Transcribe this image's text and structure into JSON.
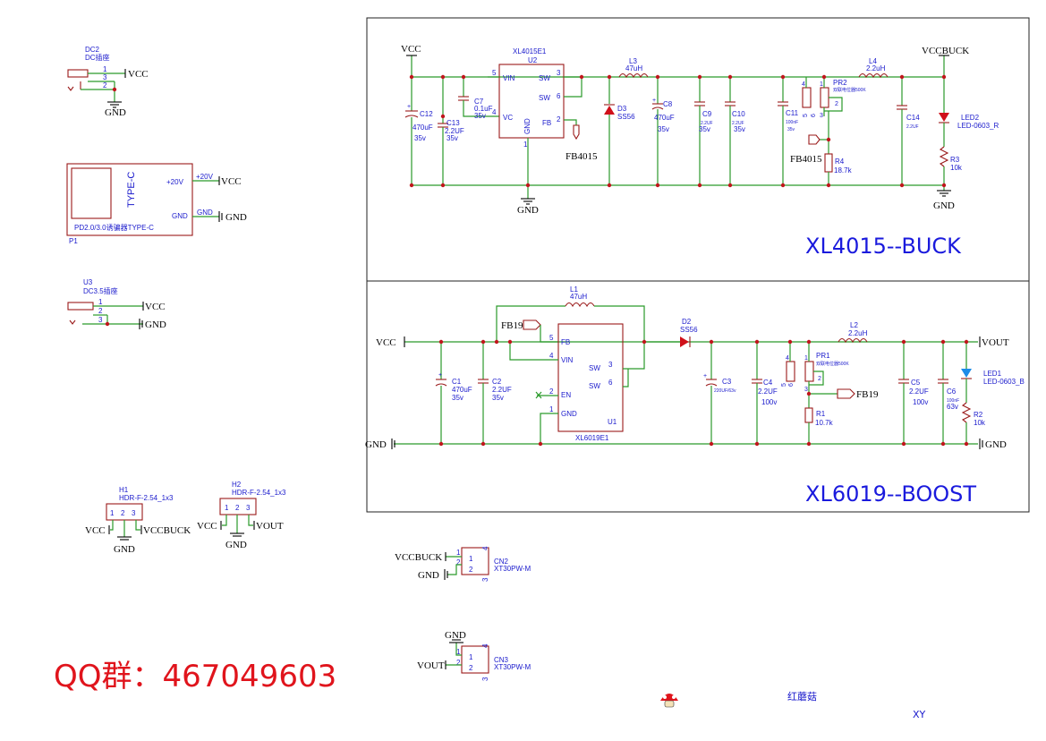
{
  "sections": {
    "buck_title": "XL4015--BUCK",
    "boost_title": "XL6019--BOOST"
  },
  "nets": {
    "vcc": "VCC",
    "gnd": "GND",
    "vccbuck": "VCCBUCK",
    "vout": "VOUT",
    "fb4015": "FB4015",
    "fb19": "FB19",
    "plus20v": "+20V"
  },
  "dc2": {
    "ref": "DC2",
    "name": "DC插座",
    "pins": [
      "1",
      "3",
      "2"
    ]
  },
  "p1": {
    "ref": "P1",
    "type": "TYPE-C",
    "desc": "PD2.0/3.0诱骗器TYPE-C",
    "pin_20v": "+20V",
    "pin_gnd": "GND"
  },
  "u3": {
    "ref": "U3",
    "name": "DC3.5插座",
    "pins": [
      "1",
      "2",
      "3"
    ]
  },
  "h1": {
    "ref": "H1",
    "name": "HDR-F-2.54_1x3",
    "pins": [
      "1",
      "2",
      "3"
    ]
  },
  "h2": {
    "ref": "H2",
    "name": "HDR-F-2.54_1x3",
    "pins": [
      "1",
      "2",
      "3"
    ]
  },
  "cn2": {
    "ref": "CN2",
    "name": "XT30PW-M"
  },
  "cn3": {
    "ref": "CN3",
    "name": "XT30PW-M"
  },
  "buck": {
    "u2": {
      "ref": "U2",
      "name": "XL4015E1",
      "vin": "VIN",
      "vc": "VC",
      "sw1": "SW",
      "sw2": "SW",
      "fb": "FB",
      "gnd": "GND",
      "p_vin": "5",
      "p_vc": "4",
      "p_sw1": "3",
      "p_sw2": "6",
      "p_fb": "2",
      "p_gnd": "1"
    },
    "c12": {
      "ref": "C12",
      "value": "470uF",
      "volt": "35v"
    },
    "c13": {
      "ref": "C13",
      "value": "2.2UF",
      "volt": "35v"
    },
    "c7": {
      "ref": "C7",
      "value": "0.1uF",
      "volt": "35v"
    },
    "l3": {
      "ref": "L3",
      "value": "47uH"
    },
    "d3": {
      "ref": "D3",
      "value": "SS56"
    },
    "c8": {
      "ref": "C8",
      "value": "470uF",
      "volt": "35v"
    },
    "c9": {
      "ref": "C9",
      "value": "2.2UF",
      "volt": "35v"
    },
    "c10": {
      "ref": "C10",
      "value": "2.2UF",
      "volt": "35v"
    },
    "c11": {
      "ref": "C11",
      "value": "100nF",
      "volt": "35v"
    },
    "pr2": {
      "ref": "PR2",
      "value": "双联电位器500K"
    },
    "r4": {
      "ref": "R4",
      "value": "18.7k"
    },
    "l4": {
      "ref": "L4",
      "value": "2.2uH"
    },
    "c14": {
      "ref": "C14",
      "value": "2.2UF"
    },
    "led2": {
      "ref": "LED2",
      "value": "LED-0603_R"
    },
    "r3": {
      "ref": "R3",
      "value": "10k"
    }
  },
  "boost": {
    "u1": {
      "ref": "U1",
      "name": "XL6019E1",
      "fb": "FB",
      "vin": "VIN",
      "en": "EN",
      "gnd": "GND",
      "sw1": "SW",
      "sw2": "SW",
      "p_fb": "5",
      "p_vin": "4",
      "p_en": "2",
      "p_gnd": "1",
      "p_sw1": "3",
      "p_sw2": "6"
    },
    "l1": {
      "ref": "L1",
      "value": "47uH"
    },
    "c1": {
      "ref": "C1",
      "value": "470uF",
      "volt": "35v"
    },
    "c2": {
      "ref": "C2",
      "value": "2.2UF",
      "volt": "35v"
    },
    "d2": {
      "ref": "D2",
      "value": "SS56"
    },
    "c3": {
      "ref": "C3",
      "value": "220UF/63v"
    },
    "c4": {
      "ref": "C4",
      "value": "2.2UF",
      "volt": "100v"
    },
    "pr1": {
      "ref": "PR1",
      "value": "双联电位器500K"
    },
    "r1": {
      "ref": "R1",
      "value": "10.7k"
    },
    "l2": {
      "ref": "L2",
      "value": "2.2uH"
    },
    "c5": {
      "ref": "C5",
      "value": "2.2UF",
      "volt": "100v"
    },
    "c6": {
      "ref": "C6",
      "value": "100nF",
      "volt": "63v"
    },
    "led1": {
      "ref": "LED1",
      "value": "LED-0603_B"
    },
    "r2": {
      "ref": "R2",
      "value": "10k"
    }
  },
  "footer": {
    "qq": "QQ群：467049603",
    "author": "红蘑菇",
    "xy": "XY"
  },
  "colors": {
    "wire": "#2a9a2a",
    "junction": "#c0161c",
    "part": "#9a1a1a",
    "label": "#1a1acc",
    "section_title": "#1a1add",
    "qq": "#e0141c"
  }
}
